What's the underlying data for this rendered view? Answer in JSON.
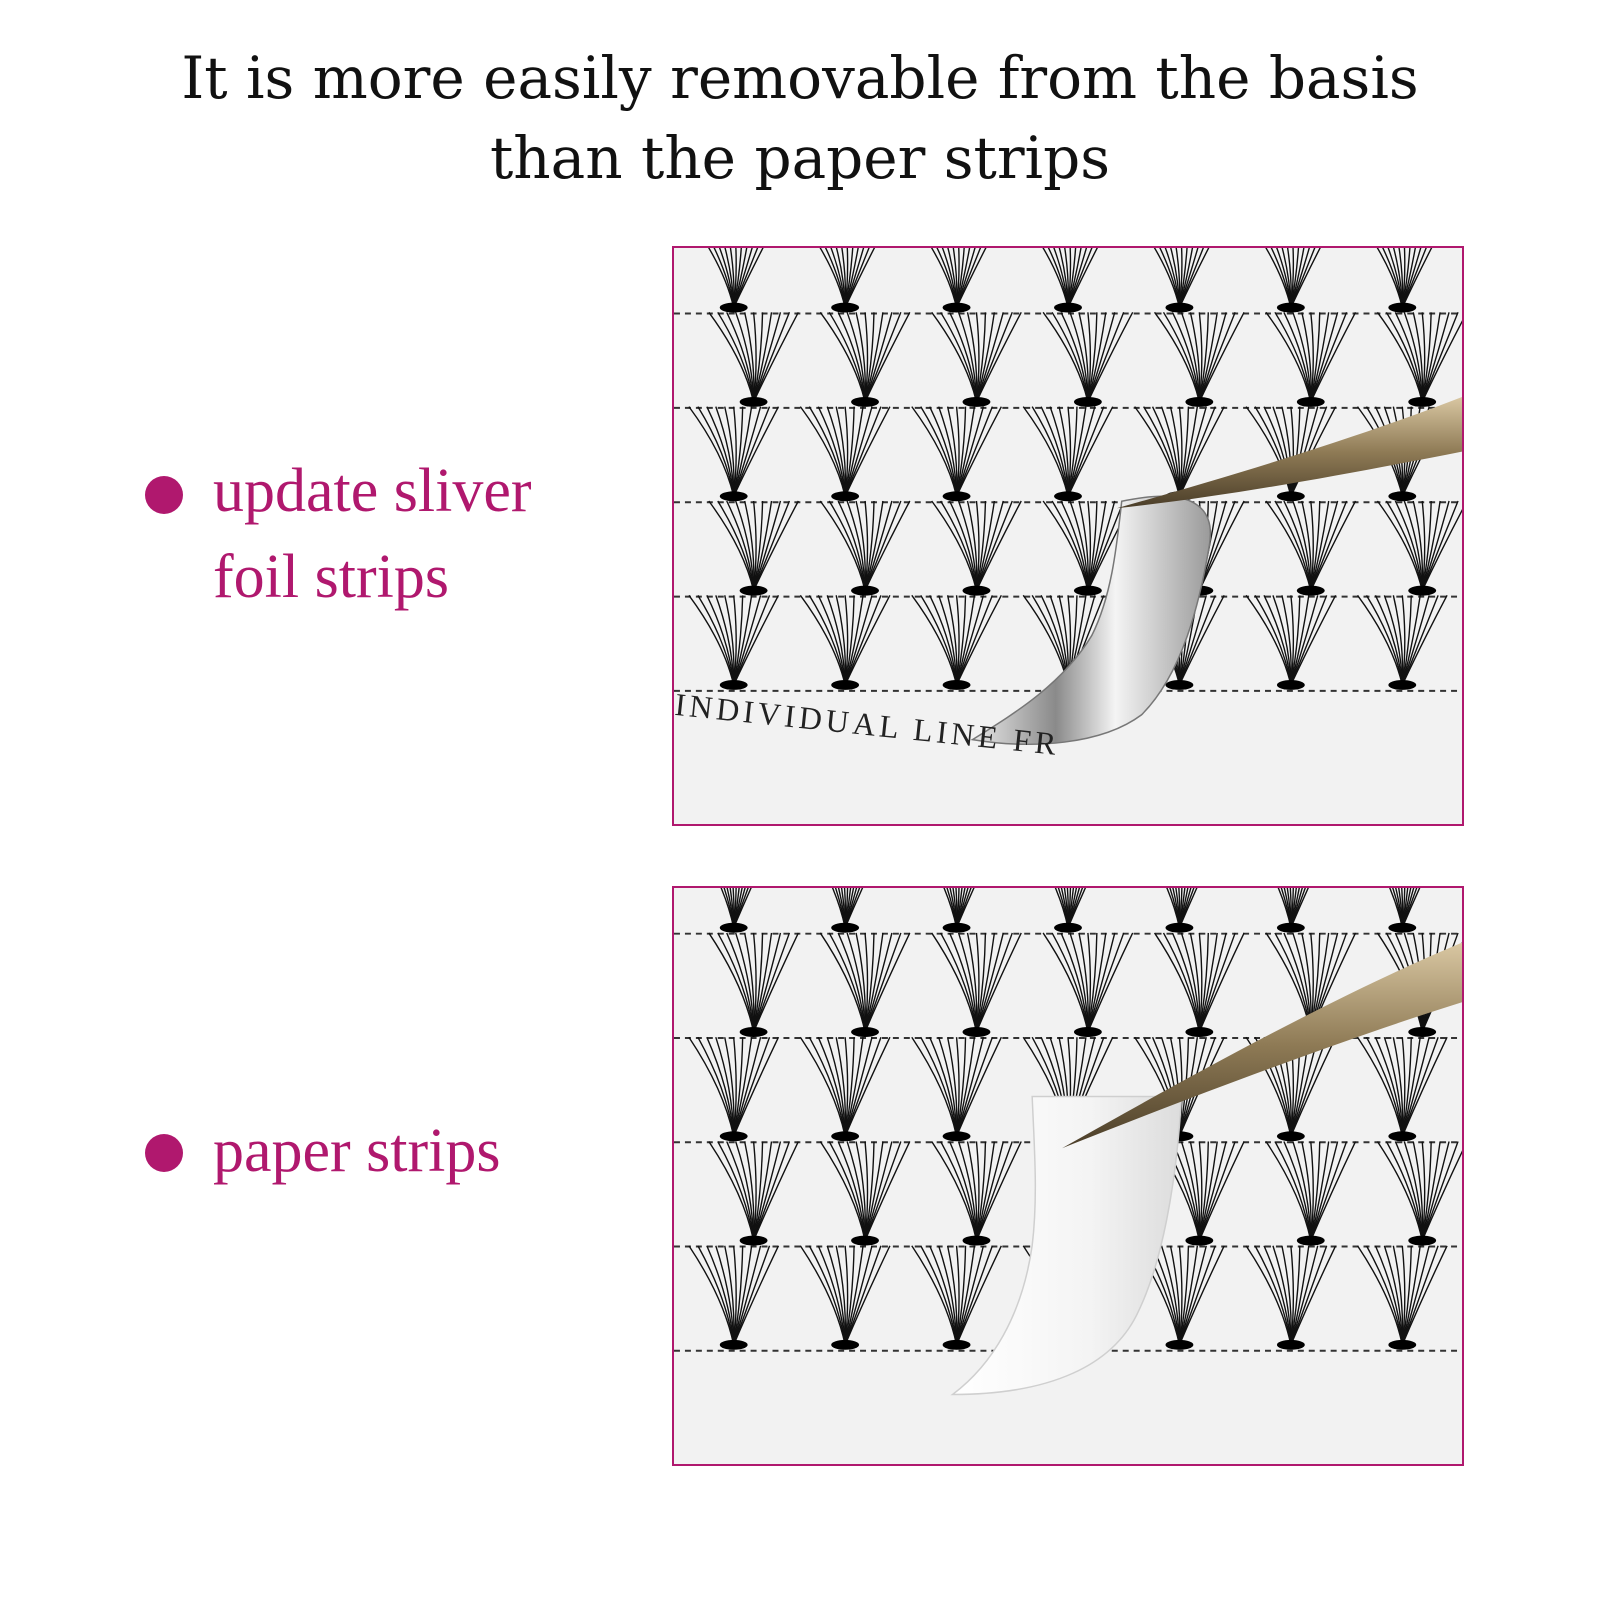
{
  "headline": {
    "line1": "It is more easily removable from the basis",
    "line2": "than the paper strips"
  },
  "features": [
    {
      "id": "foil",
      "lines": [
        "update sliver",
        "foil strips"
      ]
    },
    {
      "id": "paper",
      "lines": [
        "paper strips"
      ]
    }
  ],
  "photos": {
    "foil_caption": "INDIVIDUAL LINE FR"
  },
  "colors": {
    "accent": "#b0186e",
    "text": "#111111",
    "background": "#ffffff"
  }
}
